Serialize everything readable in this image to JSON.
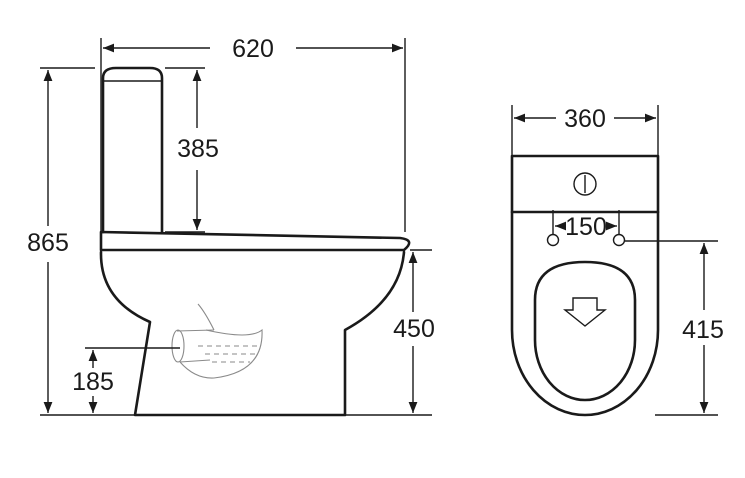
{
  "dimensions": {
    "overall_depth": "620",
    "tank_height": "385",
    "overall_height": "865",
    "seat_height": "450",
    "outlet_height": "185",
    "overall_width": "360",
    "inlet_spacing": "150",
    "outlet_center_height": "415"
  }
}
